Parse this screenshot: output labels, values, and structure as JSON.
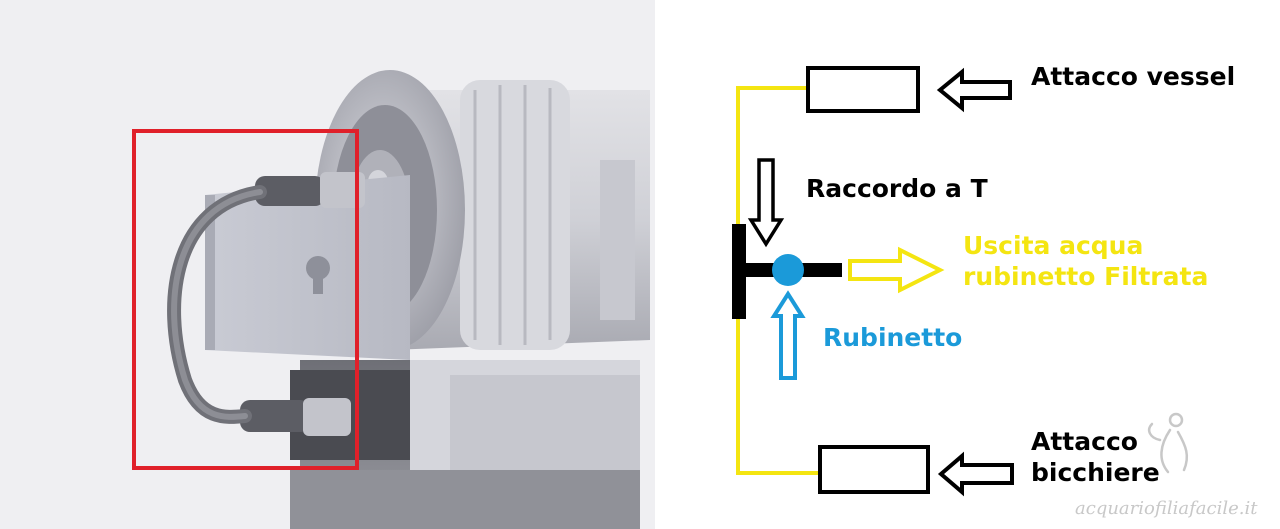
{
  "labels": {
    "vessel": "Attacco vessel",
    "tee": "Raccordo a T",
    "outlet_line1": "Uscita acqua",
    "outlet_line2": "rubinetto Filtrata",
    "tap": "Rubinetto",
    "cup_line1": "Attacco",
    "cup_line2": "bicchiere"
  },
  "watermark": "acquariofiliafacile.it",
  "colors": {
    "pipe": "#f4e511",
    "outlet_arrow": "#f4e511",
    "tap": "#1b9ad9",
    "highlight_box": "#e0202a",
    "outline": "#000000"
  }
}
